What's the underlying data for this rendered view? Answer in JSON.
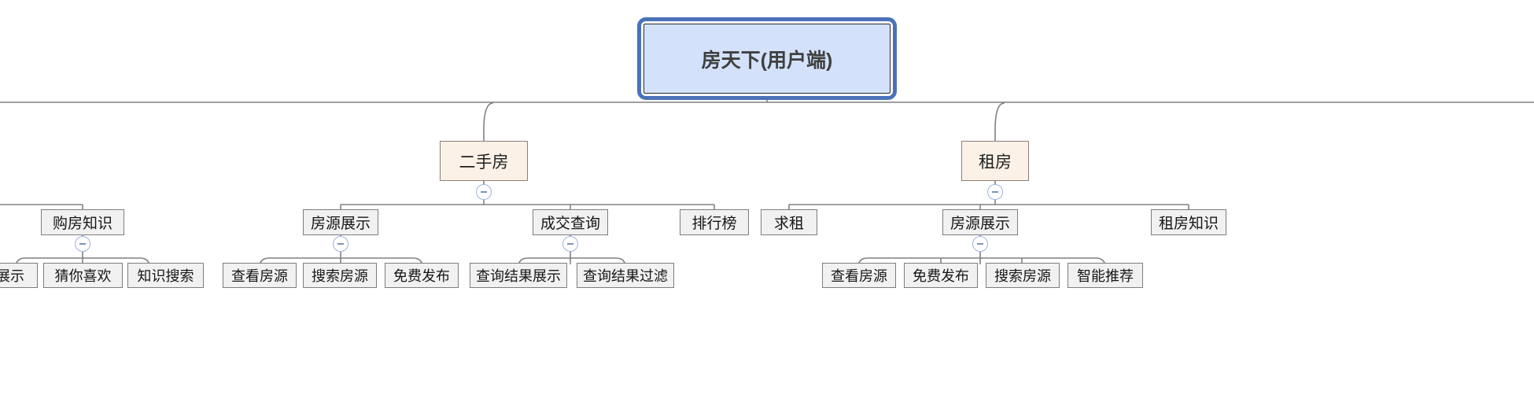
{
  "diagram": {
    "type": "tree-mindmap",
    "title": "房天下(用户端)",
    "colors": {
      "root_border": "#4A72B8",
      "root_fill": "#D3E2FA",
      "level2_fill": "#FCF1E6",
      "level2_border": "#8B8178",
      "level3_fill": "#F1F1F1",
      "node_border": "#7D7D7D",
      "connector": "#808080",
      "toggle_border": "#9DB4DC"
    },
    "toggle_icon": "minus-circle-icon"
  },
  "root": {
    "label": "房天下(用户端)"
  },
  "level2": [
    {
      "label": "二手房"
    },
    {
      "label": "租房"
    }
  ],
  "level3": [
    {
      "label": "购房知识"
    },
    {
      "label": "房源展示"
    },
    {
      "label": "成交查询"
    },
    {
      "label": "排行榜"
    },
    {
      "label": "求租"
    },
    {
      "label": "房源展示"
    },
    {
      "label": "租房知识"
    }
  ],
  "level4": [
    {
      "label": "展示"
    },
    {
      "label": "猜你喜欢"
    },
    {
      "label": "知识搜索"
    },
    {
      "label": "查看房源"
    },
    {
      "label": "搜索房源"
    },
    {
      "label": "免费发布"
    },
    {
      "label": "查询结果展示"
    },
    {
      "label": "查询结果过滤"
    },
    {
      "label": "查看房源"
    },
    {
      "label": "免费发布"
    },
    {
      "label": "搜索房源"
    },
    {
      "label": "智能推荐"
    }
  ]
}
